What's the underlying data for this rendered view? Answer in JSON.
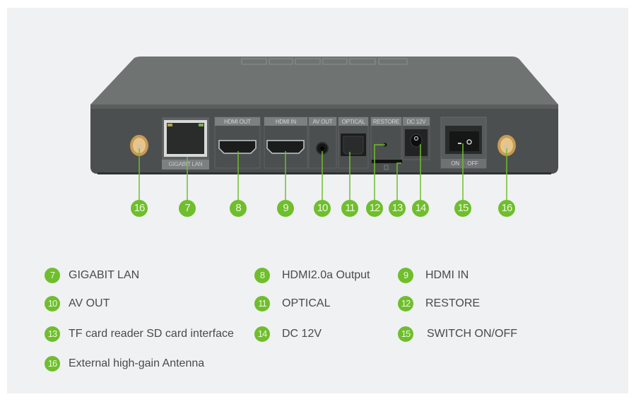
{
  "device": {
    "port_labels": {
      "lan": "GIGABIT LAN",
      "hdmi_out": "HDMI OUT",
      "hdmi_in": "HDMI IN",
      "av_out": "AV OUT",
      "optical": "OPTICAL",
      "restore": "RESTORE",
      "dc": "DC 12V",
      "switch_on": "ON",
      "switch_off": "OFF"
    },
    "callouts": [
      "16",
      "7",
      "8",
      "9",
      "10",
      "11",
      "12",
      "13",
      "14",
      "15",
      "16"
    ]
  },
  "legend": [
    {
      "num": "7",
      "label": "GIGABIT LAN"
    },
    {
      "num": "8",
      "label": "HDMI2.0a Output"
    },
    {
      "num": "9",
      "label": "HDMI IN"
    },
    {
      "num": "10",
      "label": "AV OUT"
    },
    {
      "num": "11",
      "label": "OPTICAL"
    },
    {
      "num": "12",
      "label": "RESTORE"
    },
    {
      "num": "13",
      "label": "TF card reader SD card interface"
    },
    {
      "num": "14",
      "label": "DC 12V"
    },
    {
      "num": "15",
      "label": "SWITCH ON/OFF"
    },
    {
      "num": "16",
      "label": "External high-gain Antenna"
    }
  ],
  "colors": {
    "accent": "#6fbe2c",
    "device_body": "#6c7170",
    "device_front": "#4a4e4e",
    "background": "#f0f1f3"
  }
}
